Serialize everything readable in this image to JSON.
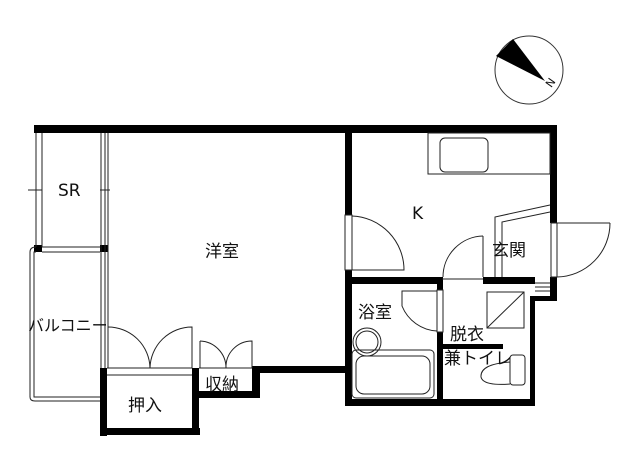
{
  "compass": {
    "north_label": "N"
  },
  "rooms": {
    "sr": "SR",
    "western_room": "洋室",
    "kitchen": "K",
    "entrance": "玄関",
    "bathroom": "浴室",
    "dressing_line1": "脱衣",
    "dressing_line2": "兼トイレ",
    "closet": "押入",
    "storage": "収納",
    "balcony": "バルコニー"
  },
  "colors": {
    "wall": "#000000",
    "line": "#222222"
  }
}
